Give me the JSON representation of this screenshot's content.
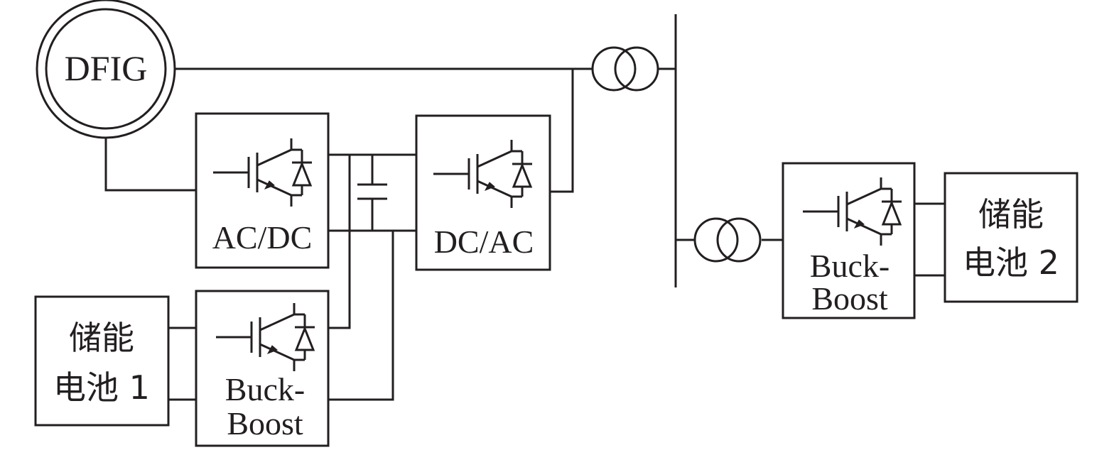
{
  "generator": {
    "label": "DFIG"
  },
  "converters": {
    "ac_dc": "AC/DC",
    "dc_ac": "DC/AC",
    "buck_boost_1": {
      "line1": "Buck-",
      "line2": "Boost"
    },
    "buck_boost_2": {
      "line1": "Buck-",
      "line2": "Boost"
    }
  },
  "storage": {
    "battery_1": {
      "line1": "储能",
      "line2": "电池 1"
    },
    "battery_2": {
      "line1": "储能",
      "line2": "电池 2"
    }
  },
  "colors": {
    "stroke": "#231f20",
    "background": "#ffffff"
  }
}
